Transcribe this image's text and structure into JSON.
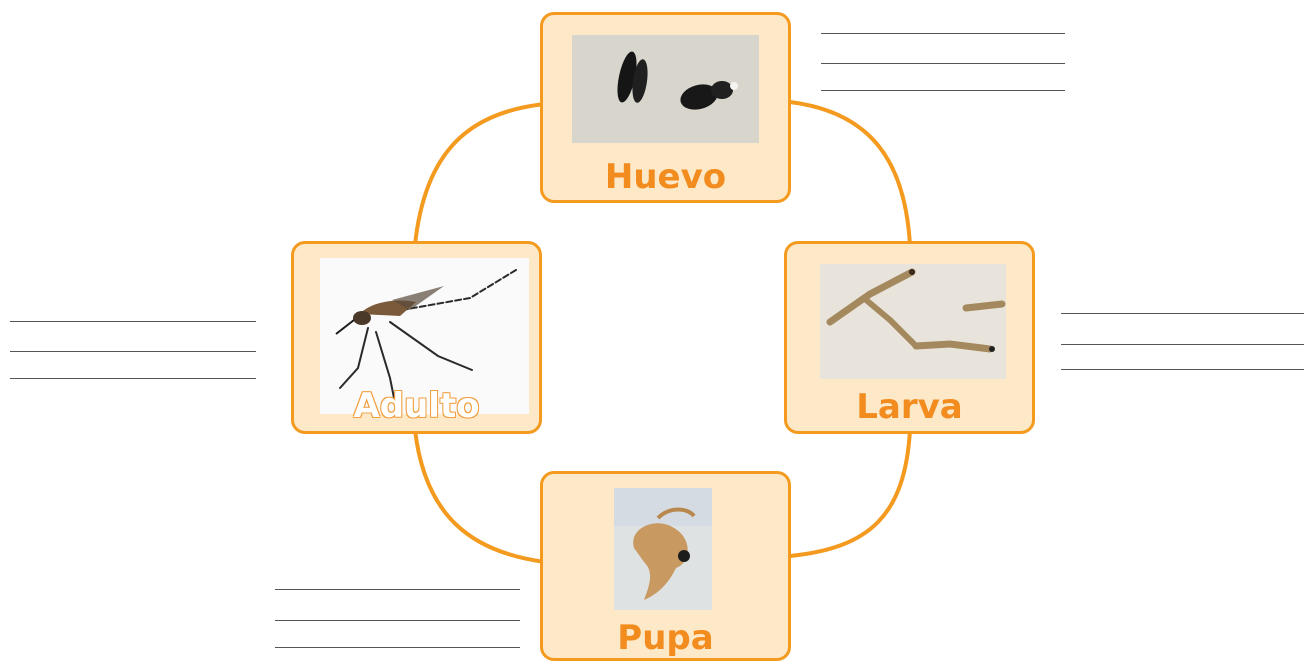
{
  "diagram": {
    "accent_color": "#f39a1f",
    "card_fill_color": "#fde8c8",
    "stages": [
      {
        "label": "Huevo",
        "photo": "mosquito-eggs"
      },
      {
        "label": "Larva",
        "photo": "mosquito-larvae"
      },
      {
        "label": "Pupa",
        "photo": "mosquito-pupa"
      },
      {
        "label": "Adulto",
        "photo": "adult-mosquito"
      }
    ]
  }
}
